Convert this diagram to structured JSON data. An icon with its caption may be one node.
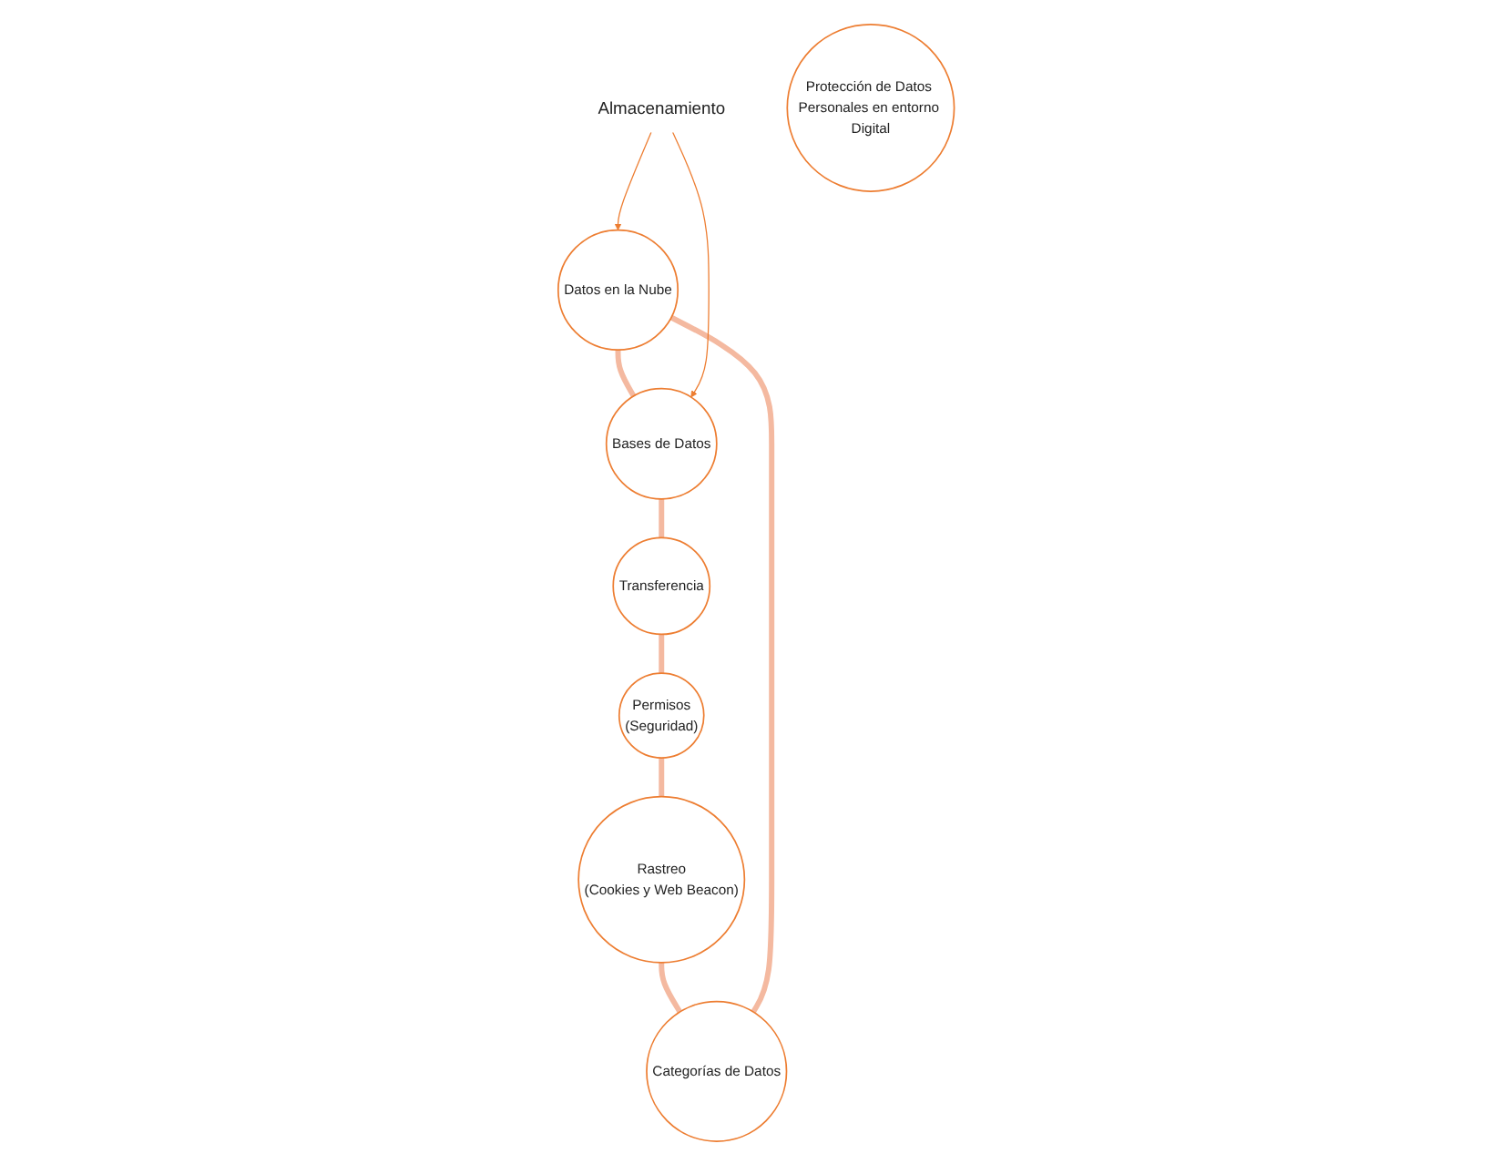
{
  "diagram": {
    "nodes": [
      {
        "text": [
          "Categorías de Datos"
        ]
      },
      {
        "text": [
          "Datos en la Nube"
        ]
      },
      {
        "text": [
          "Bases de Datos"
        ]
      },
      {
        "text": [
          "Transferencia"
        ]
      },
      {
        "text": [
          "Permisos",
          "(Seguridad)"
        ]
      },
      {
        "text": [
          "Rastreo",
          "(Cookies y Web Beacon)"
        ]
      },
      {
        "text": [
          "Protección de Datos Personales en entorno Digital"
        ]
      },
      {
        "text": [
          "Almacenamiento"
        ]
      }
    ],
    "edges": [
      {
        "from": 0,
        "to": 1,
        "arrow": "none"
      },
      {
        "from": 1,
        "to": 2,
        "arrow": "none"
      },
      {
        "from": 2,
        "to": 3,
        "arrow": "none"
      },
      {
        "from": 3,
        "to": 4,
        "arrow": "none"
      },
      {
        "from": 4,
        "to": 5,
        "arrow": "none"
      },
      {
        "from": 5,
        "to": 0,
        "arrow": "none"
      },
      {
        "from": 7,
        "to": 1,
        "arrow": "to",
        "color": "#ed7d31"
      },
      {
        "from": 7,
        "to": 2,
        "arrow": "to",
        "color": "#ed7d31"
      }
    ]
  }
}
